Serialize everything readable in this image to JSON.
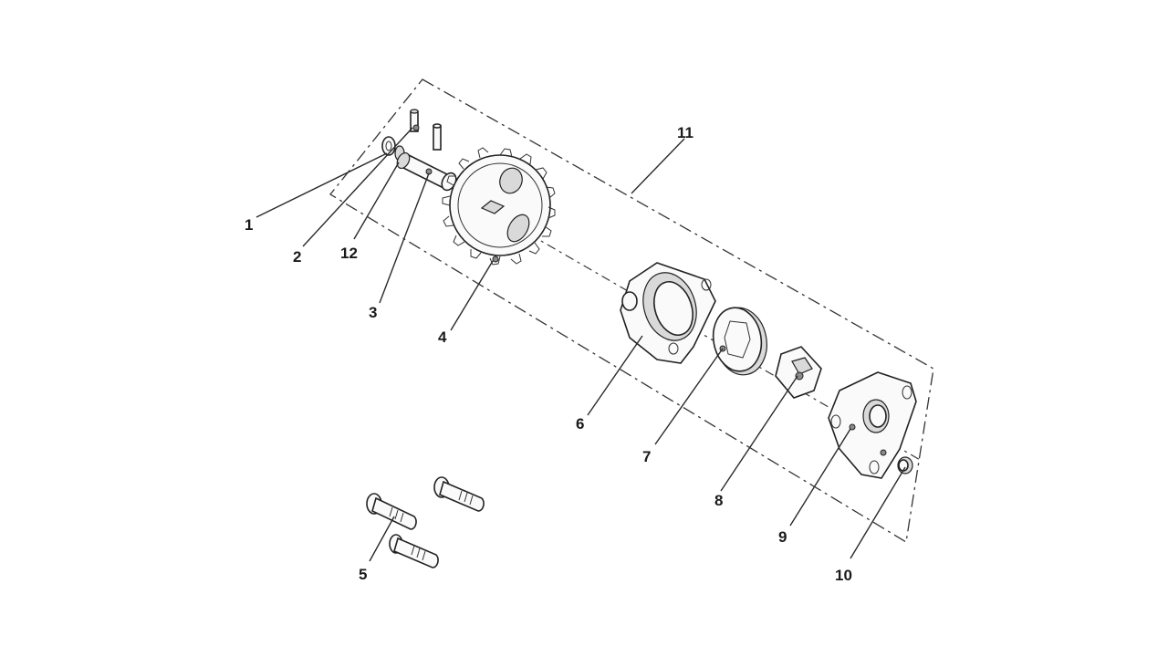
{
  "diagram": {
    "parts": [
      {
        "id": "1",
        "label": "1"
      },
      {
        "id": "2",
        "label": "2"
      },
      {
        "id": "3",
        "label": "3"
      },
      {
        "id": "4",
        "label": "4"
      },
      {
        "id": "5",
        "label": "5"
      },
      {
        "id": "6",
        "label": "6"
      },
      {
        "id": "7",
        "label": "7"
      },
      {
        "id": "8",
        "label": "8"
      },
      {
        "id": "9",
        "label": "9"
      },
      {
        "id": "10",
        "label": "10"
      },
      {
        "id": "11",
        "label": "11"
      },
      {
        "id": "12",
        "label": "12"
      }
    ]
  }
}
